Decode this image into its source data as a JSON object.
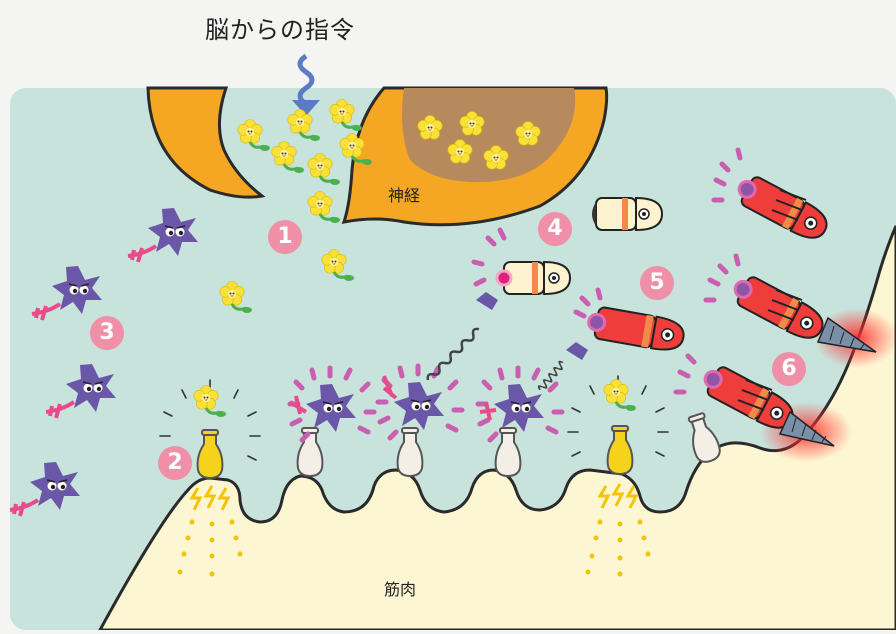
{
  "title": "脳からの指令",
  "labels": {
    "nerve": "神経",
    "muscle": "筋肉"
  },
  "steps": [
    "1",
    "2",
    "3",
    "4",
    "5",
    "6"
  ],
  "colors": {
    "background": "#c8e3dc",
    "nerve": "#f5a623",
    "muscle": "#fdf6d3",
    "neurotransmitter": "#f9e13a",
    "enzyme": "#6b57a8",
    "receptor": "#f3efe6",
    "activated_receptor": "#f5d21c",
    "drug_capsule": "#ee3d3b",
    "step_badge": "#ef8fa8"
  },
  "icons": [
    "squiggle-arrow-icon",
    "flower-icon",
    "star-enzyme-icon",
    "vase-receptor-icon",
    "capsule-icon",
    "drill-icon",
    "spring-icon",
    "lightning-icon"
  ]
}
